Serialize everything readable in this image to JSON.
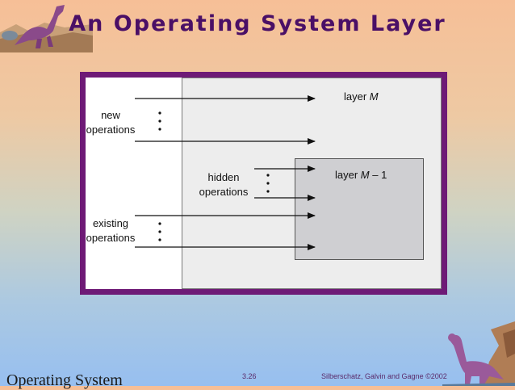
{
  "slide": {
    "title": "An Operating System Layer",
    "page_number": "3.26",
    "credit": "Silberschatz, Galvin and  Gagne ©2002",
    "course_label": "Operating System"
  },
  "diagram": {
    "layer_m_prefix": "layer ",
    "layer_m_var": "M",
    "layer_m1_prefix": "layer ",
    "layer_m1_var": "M",
    "layer_m1_suffix": " – 1",
    "new_ops_line1": "new",
    "new_ops_line2": "operations",
    "hidden_ops_line1": "hidden",
    "hidden_ops_line2": "operations",
    "existing_ops_line1": "existing",
    "existing_ops_line2": "operations"
  },
  "colors": {
    "title": "#4a0f66",
    "frame": "#6e1a76"
  }
}
